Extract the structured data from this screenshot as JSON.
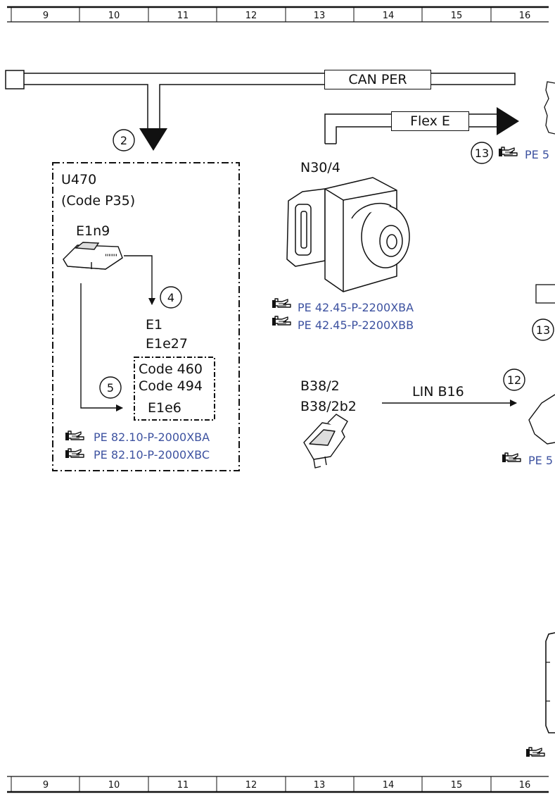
{
  "ruler": {
    "top": [
      "9",
      "10",
      "11",
      "12",
      "13",
      "14",
      "15",
      "16"
    ],
    "bottom": [
      "9",
      "10",
      "11",
      "12",
      "13",
      "14",
      "15",
      "16"
    ]
  },
  "bus_labels": {
    "can_per": "CAN PER",
    "flex_e": "Flex E",
    "lin_b16": "LIN B16"
  },
  "markers": {
    "m2": "2",
    "m4": "4",
    "m5": "5",
    "m12": "12",
    "m13a": "13",
    "m13b": "13"
  },
  "u470": {
    "title": "U470",
    "code": "(Code P35)",
    "e1n9": "E1n9",
    "e1": "E1",
    "e1e27": "E1e27",
    "code460": "Code 460",
    "code494": "Code 494",
    "e1e6": "E1e6",
    "ref1": "PE 82.10-P-2000XBA",
    "ref2": "PE 82.10-P-2000XBC"
  },
  "n30": {
    "title": "N30/4",
    "ref1": "PE 42.45-P-2200XBA",
    "ref2": "PE 42.45-P-2200XBB"
  },
  "b38": {
    "line1": "B38/2",
    "line2": "B38/2b2"
  },
  "partial_refs": {
    "top_right": "PE 5",
    "mid_right": "PE 5"
  }
}
